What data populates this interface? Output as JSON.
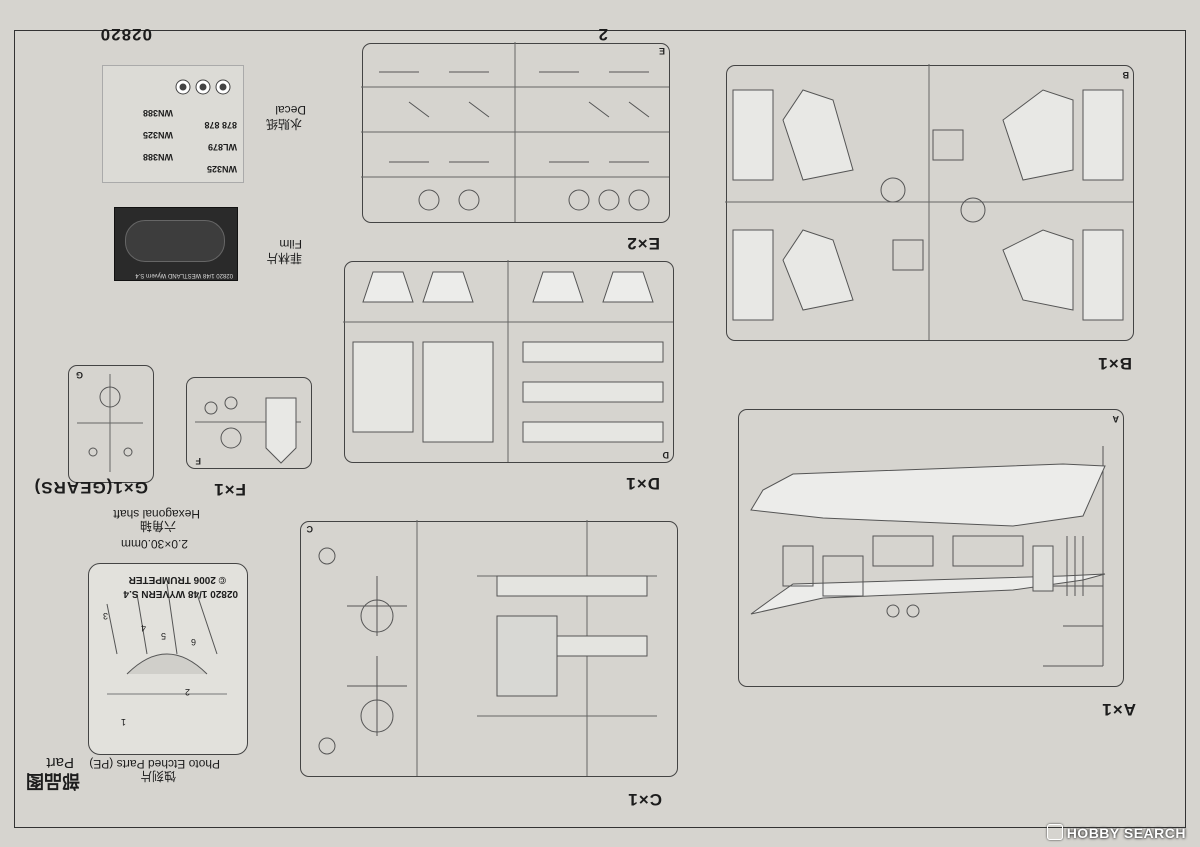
{
  "sheet": {
    "kit_number": "02820",
    "page_number": "2",
    "parts_title_zh": "部品图",
    "parts_title_en": "Part"
  },
  "sprues": {
    "A": {
      "count": "A×1",
      "letter": "A"
    },
    "B": {
      "count": "B×1",
      "letter": "B"
    },
    "C": {
      "count": "C×1",
      "letter": "C"
    },
    "D": {
      "count": "D×1",
      "letter": "D"
    },
    "E": {
      "count": "E×2",
      "letter": "E"
    },
    "F": {
      "count": "F×1",
      "letter": "F"
    },
    "G": {
      "count": "G×1(GEARS)",
      "letter": "G"
    }
  },
  "film": {
    "zh": "菲林片",
    "en": "Film",
    "print": "02820 1/48 WESTLAND Wyvern S.4"
  },
  "decal": {
    "zh": "水贴纸",
    "en": "Decal",
    "markings": [
      "WN325",
      "WL879",
      "878 878",
      "WN388",
      "WN325",
      "WN388"
    ]
  },
  "pe": {
    "zh": "蚀刻片",
    "en": "Photo Etched Parts (PE)",
    "line1": "02820 1/48 WYVERN S.4",
    "line2": "© 2006 TRUMPETER",
    "numbers": [
      "1",
      "2",
      "3",
      "4",
      "5",
      "6"
    ]
  },
  "shaft": {
    "zh": "六角轴",
    "en": "Hexagonal shaft",
    "size": "2.0×30.0mm"
  },
  "watermark": {
    "text": "HOBBY SEARCH"
  }
}
